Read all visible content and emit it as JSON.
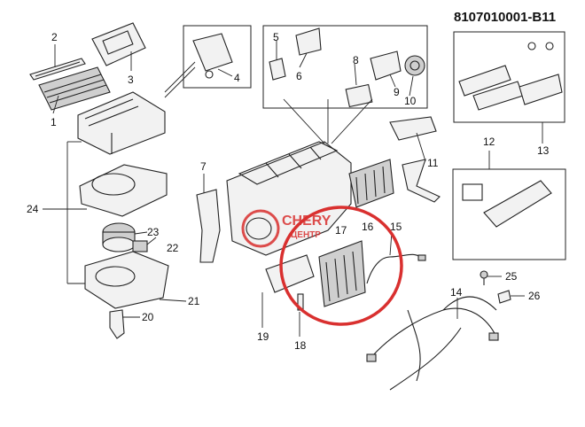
{
  "document_number": "8107010001-B11",
  "watermark": {
    "brand": "CHERY",
    "sub": "ЦЕНТР",
    "color": "#d9302f"
  },
  "highlight_color": "#d9302f",
  "callouts": [
    "1",
    "2",
    "3",
    "4",
    "5",
    "6",
    "7",
    "8",
    "9",
    "10",
    "11",
    "12",
    "13",
    "14",
    "15",
    "16",
    "17",
    "18",
    "19",
    "20",
    "21",
    "22",
    "23",
    "24",
    "25",
    "26"
  ]
}
